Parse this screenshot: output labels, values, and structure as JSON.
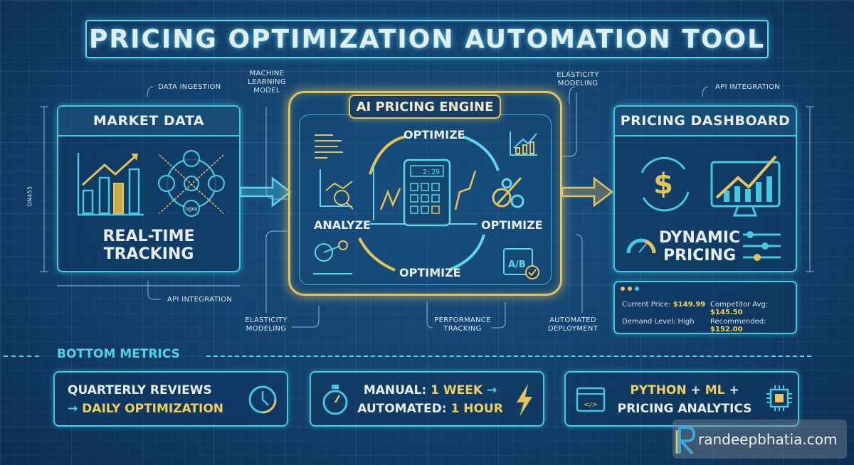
{
  "title": "PRICING OPTIMIZATION AUTOMATION TOOL",
  "colors": {
    "cyan": "#45c9e2",
    "gold": "#e3c35f",
    "background": "#123d66",
    "text": "#e6eef2"
  },
  "annotations": {
    "data_ingestion": "DATA INGESTION",
    "ml_model": [
      "MACHINE",
      "LEARNING",
      "MODEL"
    ],
    "elasticity_top": [
      "ELASTICITY",
      "MODELING"
    ],
    "api_integration_right": "API INTEGRATION",
    "api_integration_left": "API INTEGRATION",
    "elasticity_bottom": [
      "ELASTICITY",
      "MODELING"
    ],
    "performance_tracking": [
      "PERFORMANCE",
      "TRACKING"
    ],
    "automated_deployment": [
      "AUTOMATED",
      "DEPLOYMENT"
    ],
    "dimension_left": "ON455"
  },
  "market_data": {
    "title": "MARKET DATA",
    "caption": [
      "REAL-TIME",
      "TRACKING"
    ],
    "hub_label": "ugos",
    "icons": [
      "bar-chart-icon",
      "network-hub-icon"
    ]
  },
  "engine": {
    "title": "AI PRICING ENGINE",
    "steps": {
      "top": "OPTIMIZE",
      "left": "ANALYZE",
      "right": "OPTIMIZE",
      "bottom": "OPTIMIZE"
    },
    "calculator_display": "2:29",
    "ab_label": "A/B"
  },
  "dashboard": {
    "title": "PRICING DASHBOARD",
    "caption": [
      "DYNAMIC",
      "PRICING"
    ]
  },
  "info_panel": {
    "current_price_label": "Current Price:",
    "current_price": "$149.99",
    "competitor_label": "Competitor Avg:",
    "competitor": "$145.50",
    "demand_label": "Demand Level:",
    "demand": "High",
    "recommended_label": "Recommended:",
    "recommended": "$152.00"
  },
  "bottom": {
    "heading": "BOTTOM METRICS",
    "card1": {
      "line1": "QUARTERLY REVIEWS",
      "arrow": "→",
      "line2": "DAILY OPTIMIZATION",
      "icon": "clock-icon"
    },
    "card2": {
      "l1a": "MANUAL: ",
      "l1b": "1 WEEK",
      "arrow": " →",
      "l2a": "AUTOMATED: ",
      "l2b": "1 HOUR",
      "icon": "lightning-icon"
    },
    "card3": {
      "l1a": "PYTHON",
      "l1b": " + ",
      "l1c": "ML",
      "l1d": " +",
      "line2": "PRICING ANALYTICS",
      "icon": "chip-icon"
    }
  },
  "watermark": "randeepbhatia.com"
}
